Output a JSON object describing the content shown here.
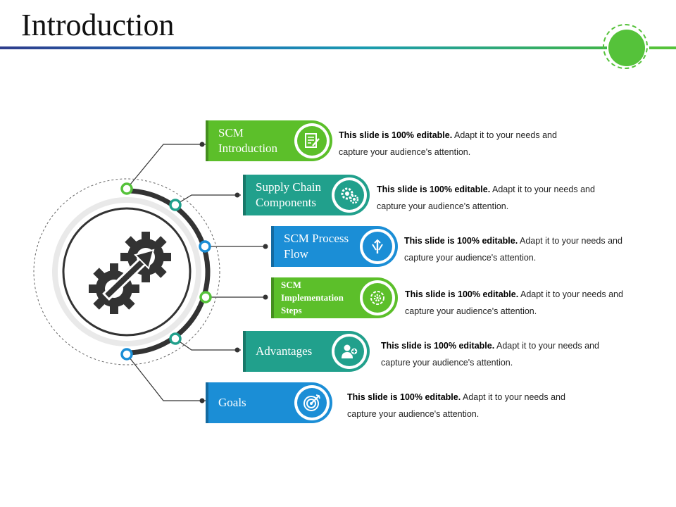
{
  "title": "Introduction",
  "items": [
    {
      "label": "SCM Introduction",
      "icon": "document-edit-icon",
      "color": "#5cbf2a",
      "desc_bold": "This slide is 100% editable.",
      "desc_rest": "Adapt it to your needs and capture your audience's attention."
    },
    {
      "label": "Supply Chain Components",
      "icon": "gears-icon",
      "color": "#21a08c",
      "desc_bold": "This slide is 100% editable.",
      "desc_rest": "Adapt it to your needs and capture your audience's attention."
    },
    {
      "label": "SCM Process Flow",
      "icon": "flow-arrows-icon",
      "color": "#1b8ed6",
      "desc_bold": "This slide is 100% editable.",
      "desc_rest": "Adapt it to your needs and capture your audience's attention."
    },
    {
      "label": "SCM Implementation Steps",
      "icon": "gear-cycle-icon",
      "color": "#5cbf2a",
      "desc_bold": "This slide is 100% editable.",
      "desc_rest": "Adapt it to your needs and capture your audience's attention."
    },
    {
      "label": "Advantages",
      "icon": "person-plus-icon",
      "color": "#21a08c",
      "desc_bold": "This slide is 100% editable.",
      "desc_rest": "Adapt it to your needs and capture your audience's attention."
    },
    {
      "label": "Goals",
      "icon": "target-icon",
      "color": "#1b8ed6",
      "desc_bold": "This slide is 100% editable.",
      "desc_rest": "Adapt it to your needs and capture your audience's attention."
    }
  ],
  "center_icon": "gears-arrow-icon",
  "colors": {
    "green": "#55c23a",
    "teal": "#21a08c",
    "blue": "#1b8ed6",
    "dark": "#333333"
  }
}
